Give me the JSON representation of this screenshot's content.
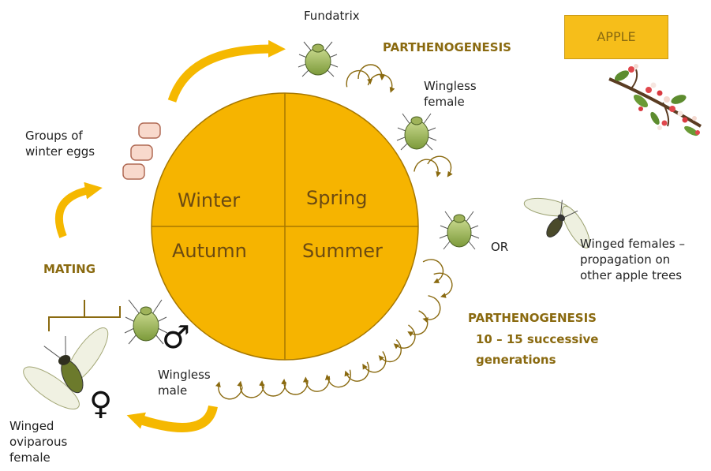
{
  "seasons": {
    "winter": "Winter",
    "spring": "Spring",
    "autumn": "Autumn",
    "summer": "Summer"
  },
  "host_plant": "APPLE",
  "labels": {
    "fundatrix": "Fundatrix",
    "parthenogenesis_top": "PARTHENOGENESIS",
    "wingless_female": [
      "Wingless",
      "female"
    ],
    "or": "OR",
    "winged_females": [
      "Winged females –",
      "propagation on",
      "other apple trees"
    ],
    "parthenogenesis_bottom": "PARTHENOGENESIS",
    "generations": [
      "10 – 15 successive",
      "generations"
    ],
    "wingless_male": [
      "Wingless",
      "male"
    ],
    "winged_female": [
      "Winged",
      "oviparous",
      "female"
    ],
    "mating": "MATING",
    "winter_eggs": [
      "Groups of",
      "winter eggs"
    ]
  },
  "symbols": {
    "male": "♂",
    "female": "♀"
  },
  "colors": {
    "circle": "#f6b400",
    "arrow": "#f5b800",
    "loop_arrow": "#8a6a10",
    "egg_fill": "#f8d9cc",
    "egg_stroke": "#b06a55"
  }
}
